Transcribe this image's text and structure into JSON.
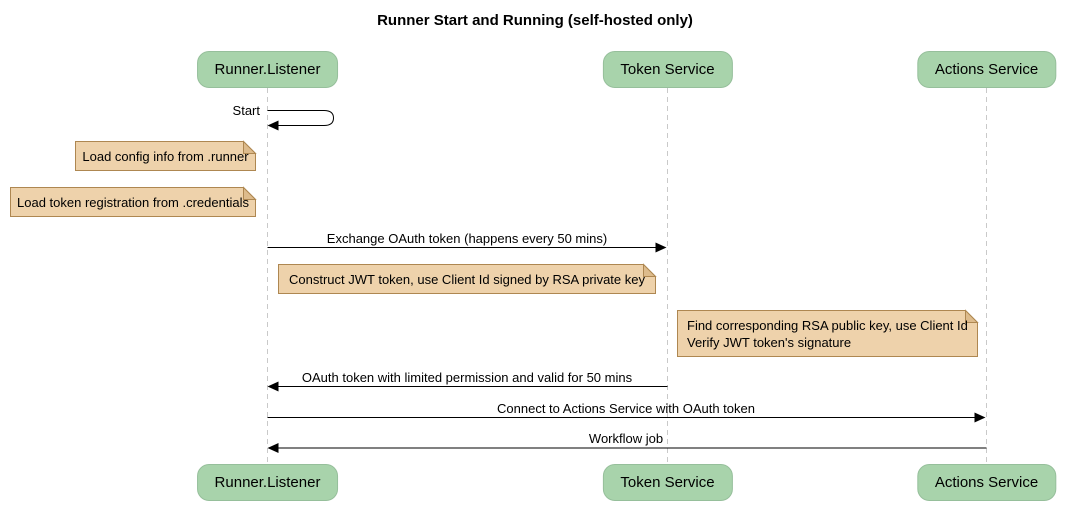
{
  "title": "Runner Start and Running (self-hosted only)",
  "participants": [
    {
      "name": "Runner.Listener"
    },
    {
      "name": "Token Service"
    },
    {
      "name": "Actions Service"
    }
  ],
  "messages": [
    {
      "label": "Start",
      "from": "Runner.Listener",
      "to": "Runner.Listener",
      "type": "self"
    },
    {
      "label": "Exchange OAuth token (happens every 50 mins)",
      "from": "Runner.Listener",
      "to": "Token Service",
      "type": "solid-arrow"
    },
    {
      "label": "OAuth token with limited permission and valid for 50 mins",
      "from": "Token Service",
      "to": "Runner.Listener",
      "type": "solid-arrow"
    },
    {
      "label": "Connect to Actions Service with OAuth token",
      "from": "Runner.Listener",
      "to": "Actions Service",
      "type": "solid-arrow"
    },
    {
      "label": "Workflow job",
      "from": "Actions Service",
      "to": "Runner.Listener",
      "type": "solid-arrow"
    }
  ],
  "notes": [
    {
      "text": "Load config info from .runner",
      "position": "left of Runner.Listener"
    },
    {
      "text": "Load token registration from .credentials",
      "position": "left of Runner.Listener"
    },
    {
      "text": "Construct JWT token, use Client Id signed by RSA private key",
      "position": "right of Runner.Listener"
    },
    {
      "text": "Find corresponding RSA public key, use Client Id\nVerify JWT token's signature",
      "position": "left of Actions Service"
    }
  ],
  "colors": {
    "background": "#ffffff",
    "participant_fill": "#a8d3ab",
    "participant_border": "#96bf9b",
    "note_fill": "#eed2ab",
    "note_border": "#ae8751",
    "note_fold": "#ddbb8c",
    "lifeline": "#c9c9c9",
    "arrow": "#000000"
  }
}
